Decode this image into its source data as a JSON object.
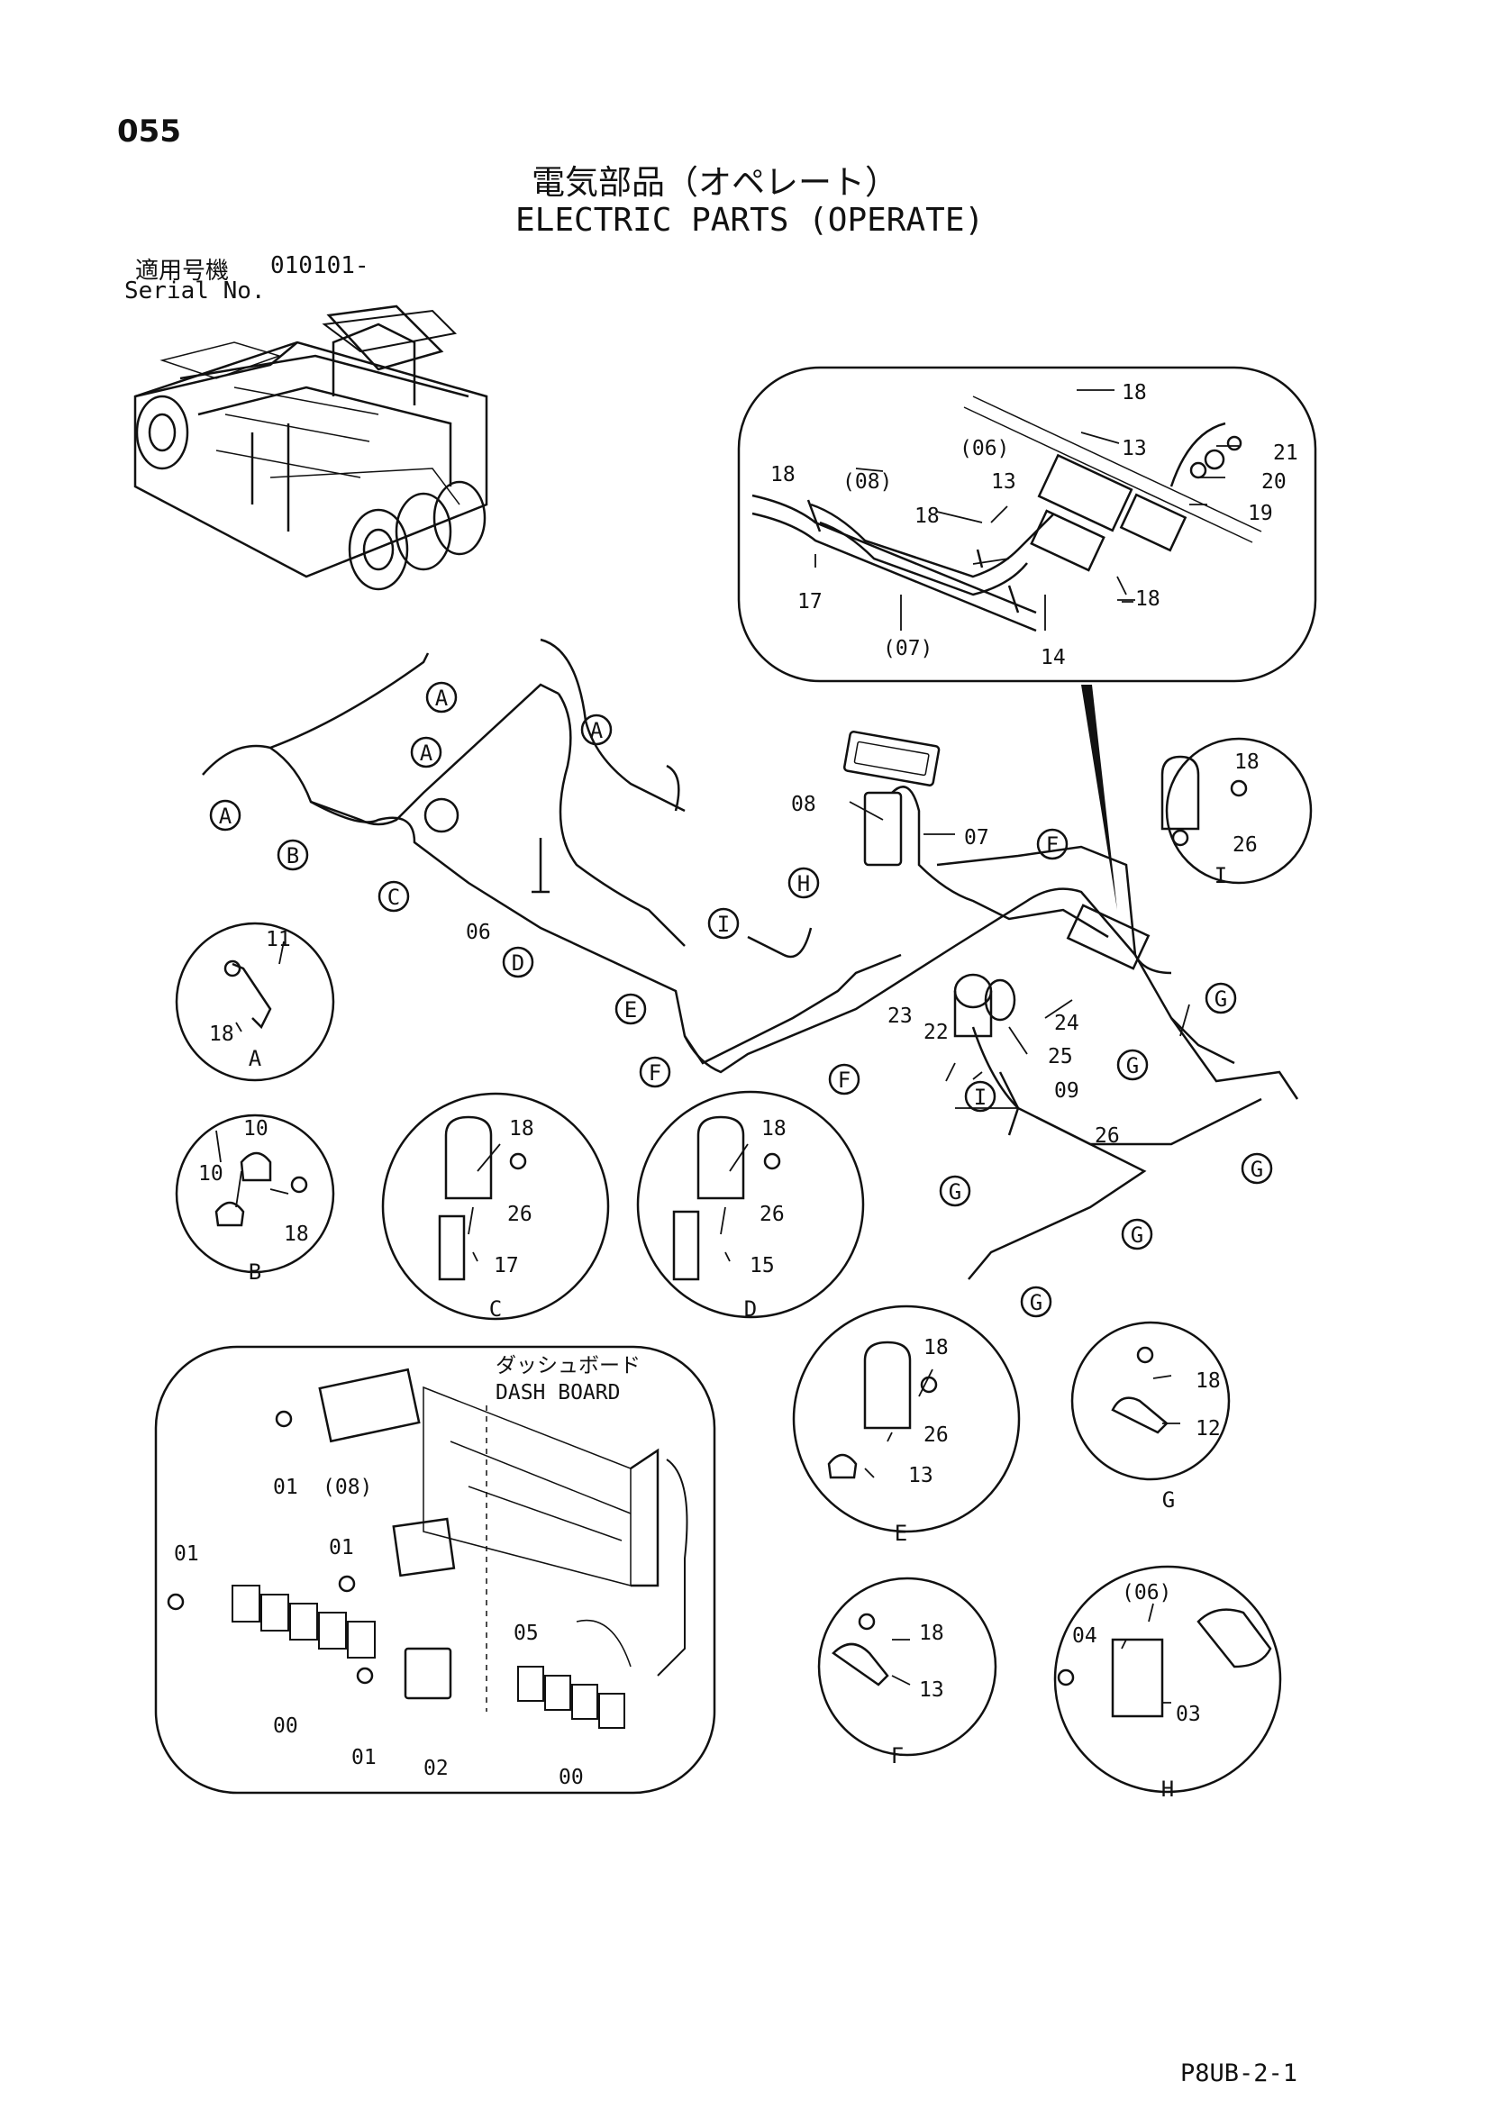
{
  "page_number": "055",
  "title_jp": "電気部品（オペレート）",
  "title_en": "ELECTRIC PARTS (OPERATE)",
  "serial_label_jp": "適用号機",
  "serial_value": "010101-",
  "serial_label_en": "Serial No.",
  "footer_code": "P8UB-2-1",
  "dash_board_label_jp": "ダッシュボード",
  "dash_board_label_en": "DASH BOARD",
  "callouts": {
    "c00": "00",
    "c01": "01",
    "c02": "02",
    "c03": "03",
    "c04": "04",
    "c05": "05",
    "c06": "06",
    "c07": "07",
    "c08": "08",
    "c09": "09",
    "c10": "10",
    "c11": "11",
    "c12": "12",
    "c13": "13",
    "c14": "14",
    "c15": "15",
    "c17": "17",
    "c18": "18",
    "c19": "19",
    "c20": "20",
    "c21": "21",
    "c22": "22",
    "c23": "23",
    "c24": "24",
    "c25": "25",
    "c26": "26",
    "p06": "(06)",
    "p07": "(07)",
    "p08": "(08)"
  },
  "detail_letters": {
    "A": "A",
    "B": "B",
    "C": "C",
    "D": "D",
    "E": "E",
    "F": "F",
    "G": "G",
    "H": "H",
    "I": "I"
  }
}
